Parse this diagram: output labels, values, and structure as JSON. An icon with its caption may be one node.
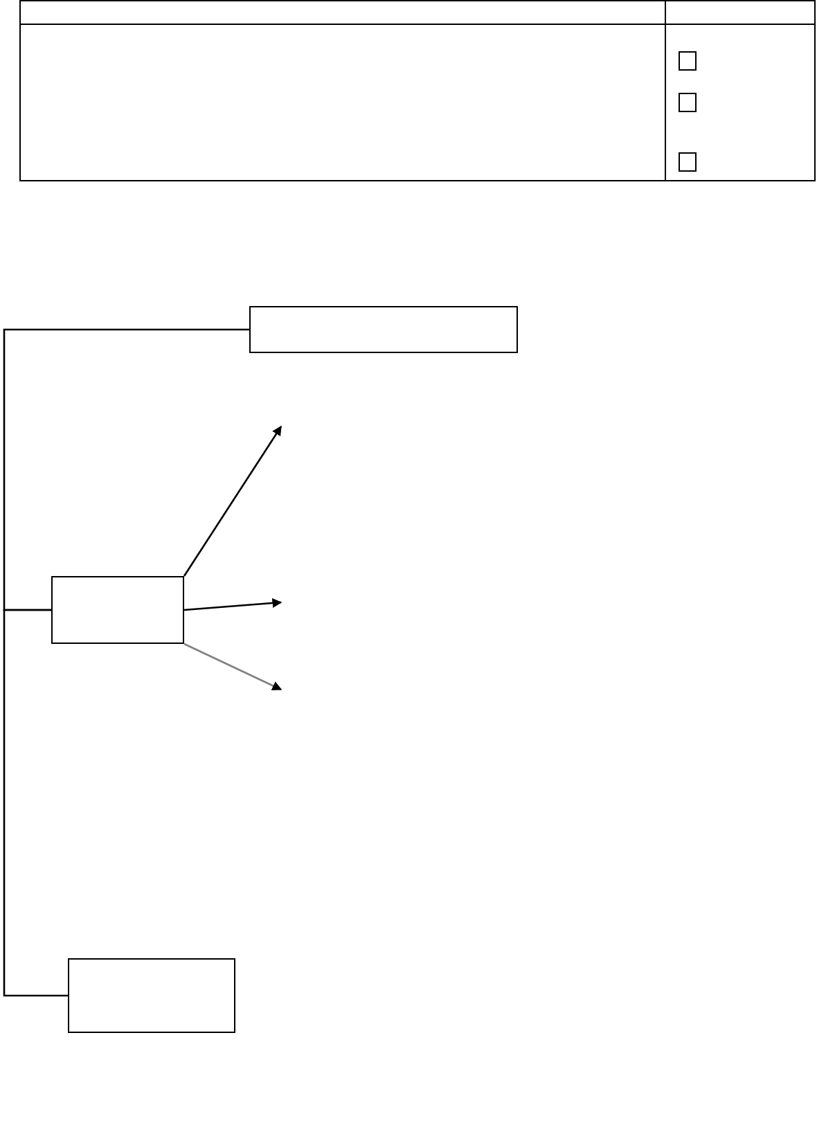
{
  "diagram": {
    "nodes": [
      {
        "text": [],
        "shape": "box"
      },
      {
        "text": [],
        "shape": "box"
      },
      {
        "text": [],
        "shape": "box"
      }
    ],
    "edges": [
      {
        "from": 0,
        "to": 1,
        "arrow": "none"
      },
      {
        "from": 1,
        "to": 2,
        "arrow": "none"
      },
      {
        "from": 1,
        "to": null,
        "arrow": "to"
      },
      {
        "from": 1,
        "to": null,
        "arrow": "to"
      },
      {
        "from": 1,
        "to": null,
        "arrow": "to",
        "color": "#808080"
      }
    ]
  }
}
